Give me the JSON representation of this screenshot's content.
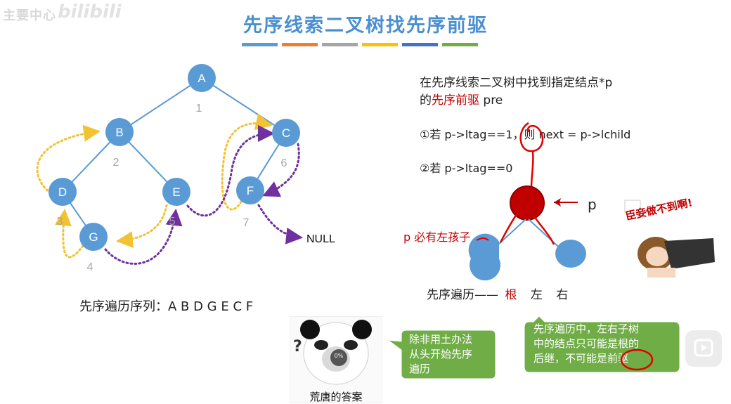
{
  "watermark": "主要中心",
  "watermark_logo": "bilibili",
  "title": "先序线索二叉树找先序前驱",
  "accent_bars": [
    "#5b9bd5",
    "#ed7d31",
    "#a5a5a5",
    "#ffc000",
    "#4472c4",
    "#70ad47"
  ],
  "tree": {
    "node_color": "#5b9bd5",
    "nodes": [
      {
        "id": "A",
        "label": "A",
        "order": "1"
      },
      {
        "id": "B",
        "label": "B",
        "order": "2"
      },
      {
        "id": "C",
        "label": "C",
        "order": "6"
      },
      {
        "id": "D",
        "label": "D",
        "order": "3"
      },
      {
        "id": "E",
        "label": "E",
        "order": "5"
      },
      {
        "id": "F",
        "label": "F",
        "order": "7"
      },
      {
        "id": "G",
        "label": "G",
        "order": "4"
      }
    ],
    "null_label": "NULL",
    "traversal_label": "先序遍历序列：A B D G E C F",
    "pred_thread_color": "#f2c232",
    "succ_thread_color": "#7030a0"
  },
  "explain": {
    "line1": "在先序线索二叉树中找到指定结点*p",
    "line2_prefix": "的",
    "line2_red": "先序前驱",
    "line2_suffix": " pre",
    "case1": "①若 p->ltag==1，则 next = p->lchild",
    "case2": "②若 p->ltag==0",
    "p_label": "p",
    "left_child_note": "p 必有左孩子",
    "order_prefix": "先序遍历——",
    "order_root": "根",
    "order_left": "左",
    "order_right": "右"
  },
  "meme_left": {
    "percent": "0%",
    "question": "?",
    "caption": "荒唐的答案"
  },
  "bubble_left": {
    "lines": [
      "除非用土办法",
      "从头开始先序",
      "遍历"
    ],
    "color": "#70ad47"
  },
  "bubble_right": {
    "lines": [
      "先序遍历中，左右子树",
      "中的结点只可能是根的",
      "后继，不可能是前驱"
    ],
    "color": "#70ad47"
  },
  "meme_right": {
    "banner": "臣妾做不到啊!"
  }
}
